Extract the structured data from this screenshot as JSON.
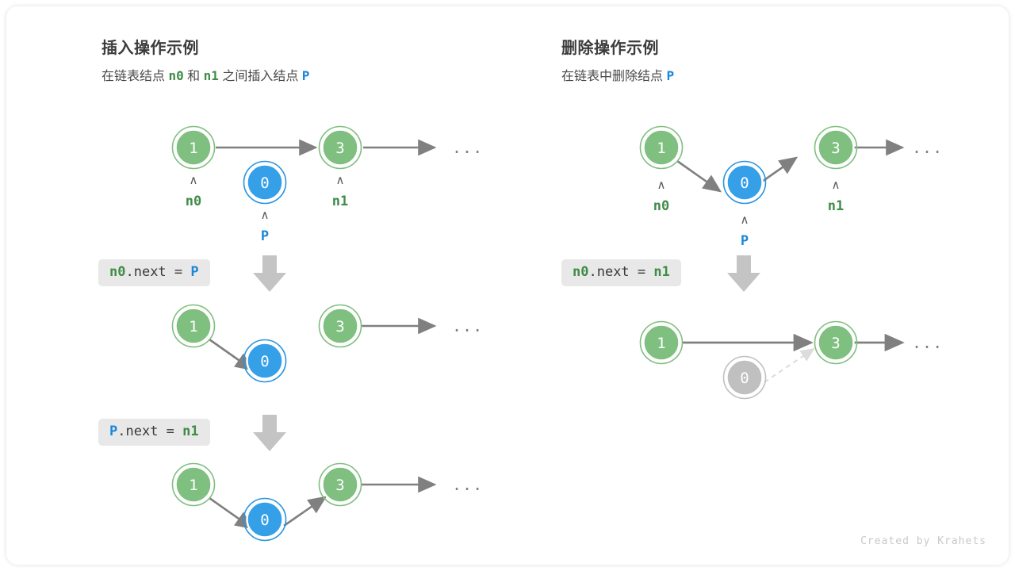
{
  "footer": {
    "credit": "Created by Krahets"
  },
  "panels": {
    "insert": {
      "title": "插入操作示例",
      "subtitle_parts": [
        {
          "text": "在链表结点 ",
          "style": "plain"
        },
        {
          "text": "n0",
          "style": "green"
        },
        {
          "text": " 和 ",
          "style": "plain"
        },
        {
          "text": "n1",
          "style": "green"
        },
        {
          "text": " 之间插入结点 ",
          "style": "plain"
        },
        {
          "text": "P",
          "style": "blue"
        }
      ],
      "steps": [
        {
          "code": [
            {
              "text": "n0",
              "style": "green"
            },
            {
              "text": ".next = ",
              "style": "plain"
            },
            {
              "text": "P",
              "style": "blue"
            }
          ],
          "nodes": [
            {
              "value": "1",
              "label": "n0",
              "label_color": "green",
              "color": "green"
            },
            {
              "value": "0",
              "label": "P",
              "label_color": "blue",
              "color": "blue"
            },
            {
              "value": "3",
              "label": "n1",
              "label_color": "green",
              "color": "green"
            }
          ],
          "ellipsis": "..."
        },
        {
          "code": [
            {
              "text": "P",
              "style": "blue"
            },
            {
              "text": ".next = ",
              "style": "plain"
            },
            {
              "text": "n1",
              "style": "green"
            }
          ],
          "nodes": [
            {
              "value": "1",
              "color": "green"
            },
            {
              "value": "0",
              "color": "blue"
            },
            {
              "value": "3",
              "color": "green"
            }
          ],
          "ellipsis": "..."
        },
        {
          "nodes": [
            {
              "value": "1",
              "color": "green"
            },
            {
              "value": "0",
              "color": "blue"
            },
            {
              "value": "3",
              "color": "green"
            }
          ],
          "ellipsis": "..."
        }
      ]
    },
    "delete": {
      "title": "删除操作示例",
      "subtitle_parts": [
        {
          "text": "在链表中删除结点 ",
          "style": "plain"
        },
        {
          "text": "P",
          "style": "blue"
        }
      ],
      "steps": [
        {
          "code": [
            {
              "text": "n0",
              "style": "green"
            },
            {
              "text": ".next = ",
              "style": "plain"
            },
            {
              "text": "n1",
              "style": "green"
            }
          ],
          "nodes": [
            {
              "value": "1",
              "label": "n0",
              "label_color": "green",
              "color": "green"
            },
            {
              "value": "0",
              "label": "P",
              "label_color": "blue",
              "color": "blue"
            },
            {
              "value": "3",
              "label": "n1",
              "label_color": "green",
              "color": "green"
            }
          ],
          "ellipsis": "..."
        },
        {
          "nodes": [
            {
              "value": "1",
              "color": "green"
            },
            {
              "value": "0",
              "color": "gray"
            },
            {
              "value": "3",
              "color": "green"
            }
          ],
          "ellipsis": "..."
        }
      ]
    }
  },
  "colors": {
    "green_fill": "#7fbf7f",
    "green_ring": "#7fbf7f",
    "blue_fill": "#359fe8",
    "blue_ring": "#2a93e0",
    "gray_fill": "#c0c0c0",
    "gray_ring": "#c0c0c0",
    "arrow": "#808080",
    "dashed_arrow": "#dcdcdc",
    "step_arrow": "#c4c4c4",
    "code_bg": "#e8e8e8"
  }
}
